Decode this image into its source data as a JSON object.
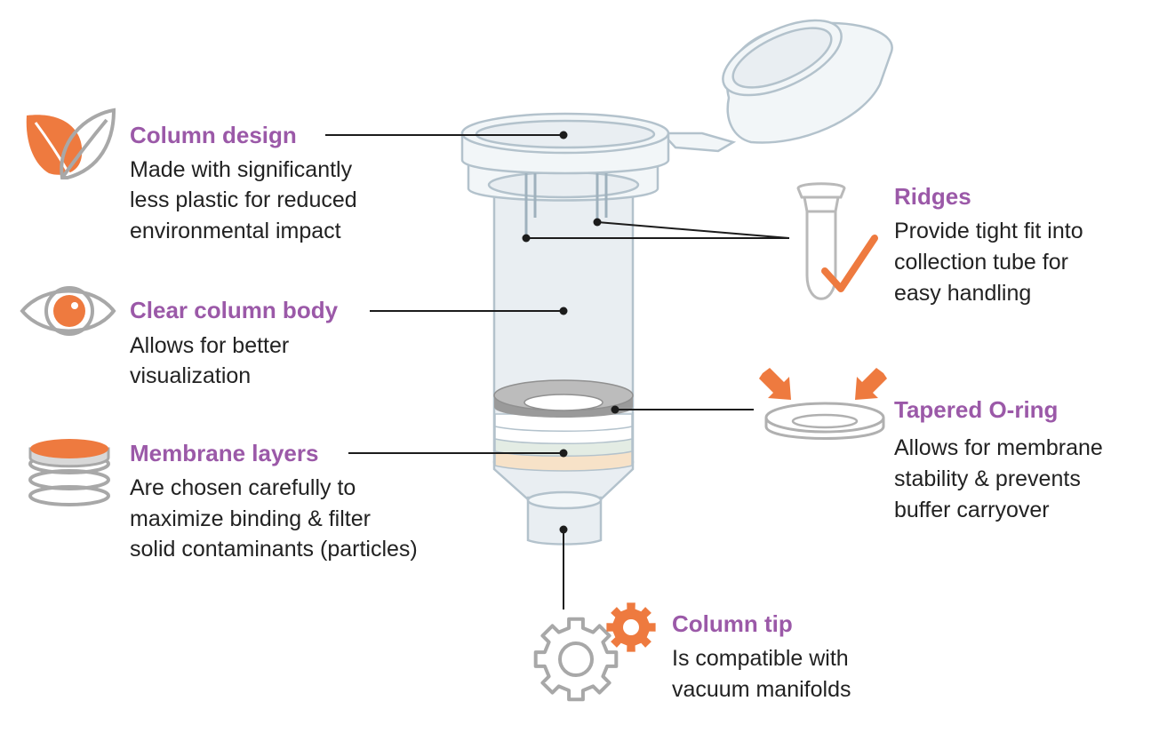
{
  "features": {
    "column_design": {
      "title": "Column design",
      "lines": [
        "Made with significantly",
        "less plastic for reduced",
        "environmental impact"
      ],
      "icon": "leaf-icon"
    },
    "clear_body": {
      "title": "Clear column body",
      "lines": [
        "Allows for better",
        "visualization"
      ],
      "icon": "eye-icon"
    },
    "membrane": {
      "title": "Membrane layers",
      "lines": [
        "Are chosen carefully to",
        "maximize binding & filter",
        "solid contaminants (particles)"
      ],
      "icon": "membrane-stack-icon"
    },
    "ridges": {
      "title": "Ridges",
      "lines": [
        "Provide tight fit into",
        "collection tube for",
        "easy handling"
      ],
      "icon": "tube-checkmark-icon"
    },
    "oring": {
      "title": "Tapered O-ring",
      "lines": [
        "Allows for membrane",
        "stability & prevents",
        "buffer carryover"
      ],
      "icon": "oring-arrows-icon"
    },
    "tip": {
      "title": "Column tip",
      "lines": [
        "Is compatible with",
        "vacuum manifolds"
      ],
      "icon": "gears-icon"
    }
  },
  "colors": {
    "title": "#9b59a8",
    "accent": "#ee7a3f",
    "text": "#222222",
    "column_fill": "#e9eef2",
    "column_stroke": "#b3c2cc"
  }
}
